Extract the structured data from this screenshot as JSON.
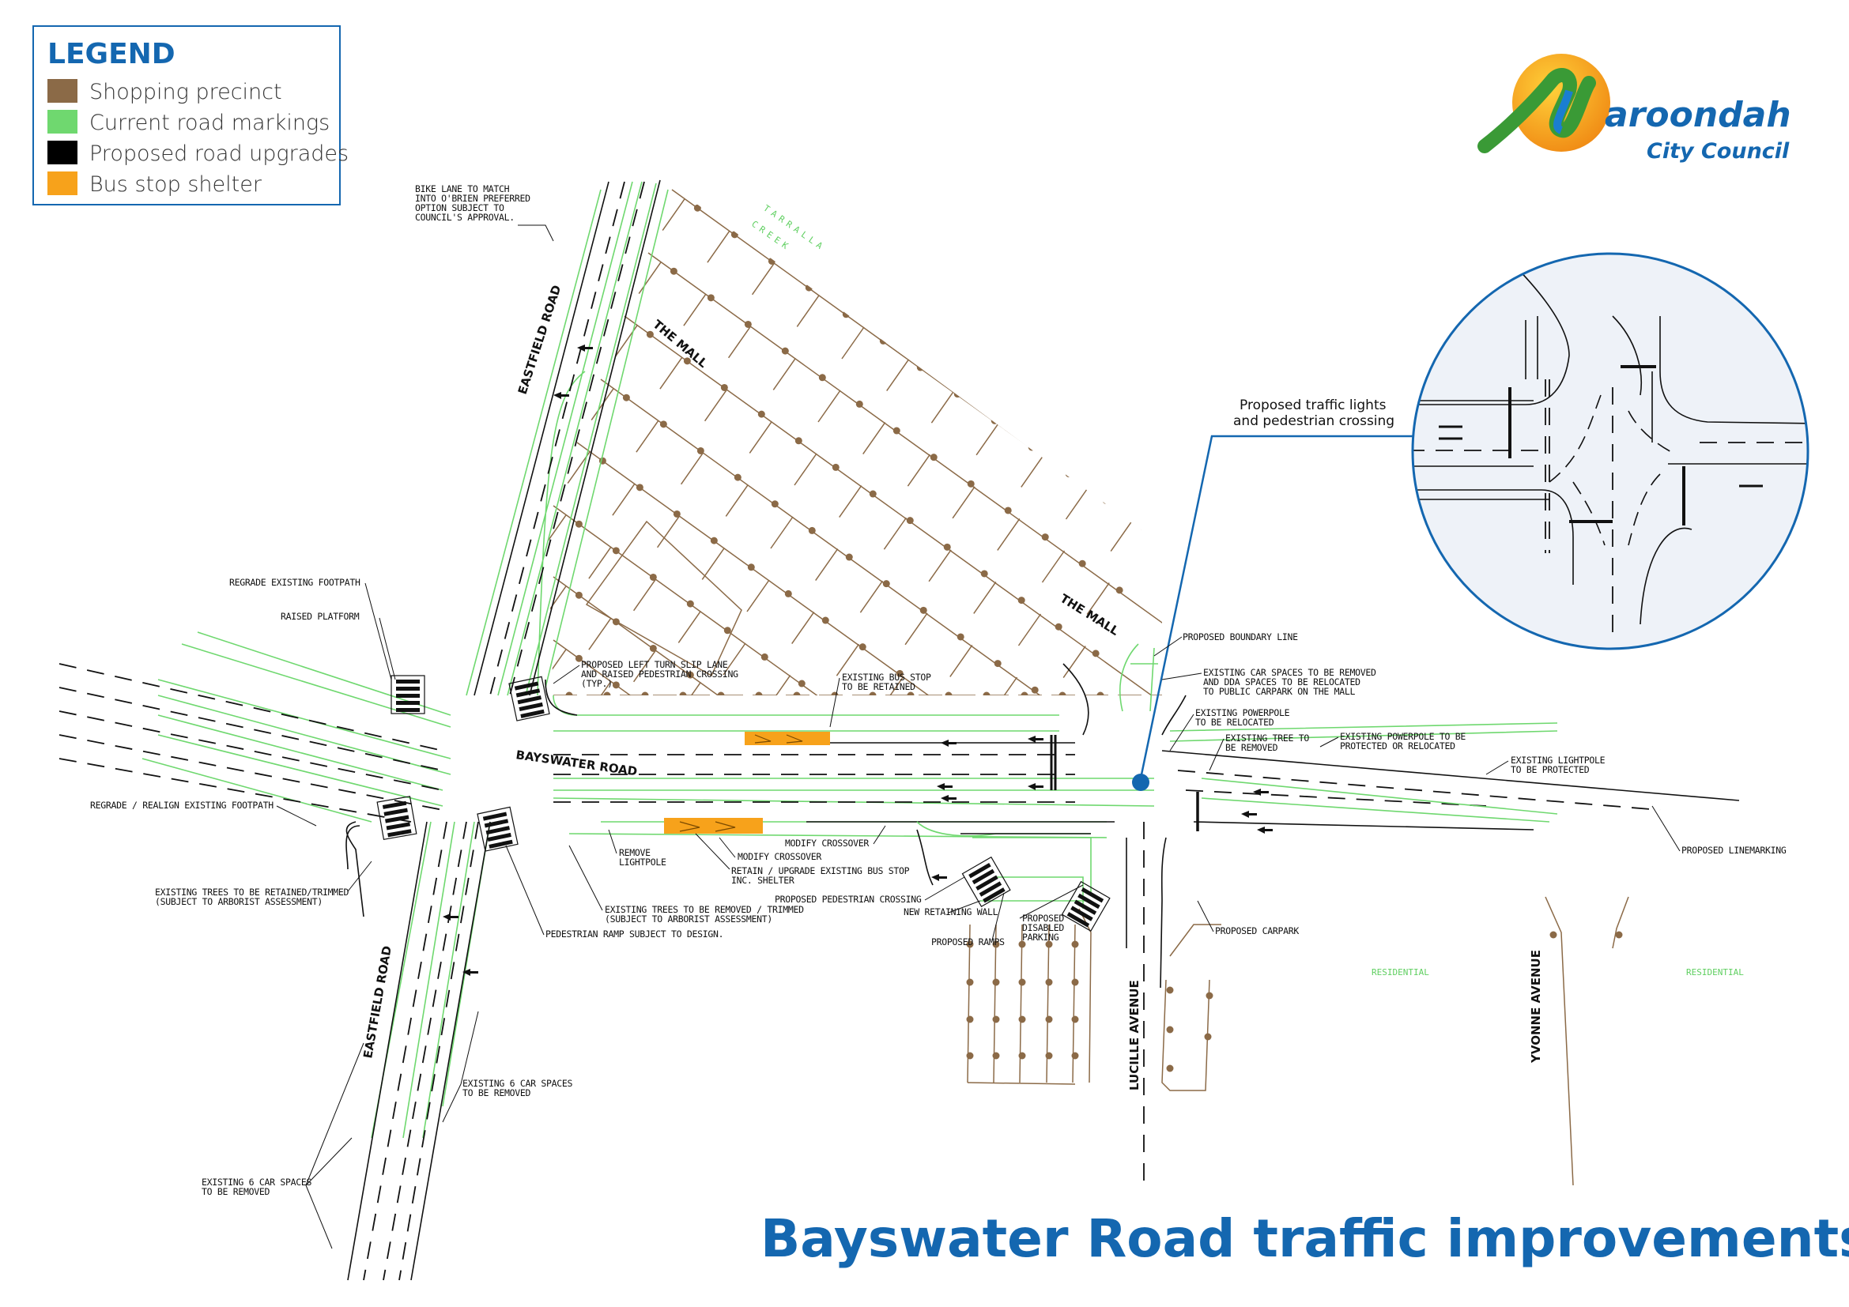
{
  "colors": {
    "shopping": "#8b6a47",
    "road_markings": "#6fd86f",
    "proposed": "#000000",
    "bus_shelter": "#f7a21b",
    "brand_blue": "#1467b0",
    "inset_fill": "#eef2f8"
  },
  "legend": {
    "title": "LEGEND",
    "items": [
      {
        "label": "Shopping precinct",
        "color": "#8b6a47"
      },
      {
        "label": "Current road markings",
        "color": "#6fd86f"
      },
      {
        "label": "Proposed road upgrades",
        "color": "#000000"
      },
      {
        "label": "Bus stop shelter",
        "color": "#f7a21b"
      }
    ]
  },
  "logo": {
    "name": "aroondah",
    "subtitle": "City Council"
  },
  "title": "Bayswater Road traffic improvements",
  "inset": {
    "label_line1": "Proposed traffic lights",
    "label_line2": "and pedestrian crossing"
  },
  "road_labels": [
    "EASTFIELD ROAD",
    "THE MALL",
    "THE MALL",
    "BAYSWATER ROAD",
    "EASTFIELD ROAD",
    "LUCILLE AVENUE",
    "YVONNE AVENUE"
  ],
  "green_labels": [
    "TARRALLA",
    "CREEK",
    "RESIDENTIAL",
    "RESIDENTIAL"
  ],
  "annotations": [
    {
      "lines": [
        "BIKE LANE TO MATCH",
        "INTO O'BRIEN PREFERRED",
        "OPTION SUBJECT TO",
        "COUNCIL'S APPROVAL."
      ]
    },
    {
      "lines": [
        "REGRADE EXISTING FOOTPATH"
      ]
    },
    {
      "lines": [
        "RAISED PLATFORM"
      ]
    },
    {
      "lines": [
        "PROPOSED LEFT TURN SLIP LANE",
        "AND RAISED PEDESTRIAN CROSSING",
        "(TYP.)"
      ]
    },
    {
      "lines": [
        "EXISTING BUS STOP",
        "TO BE RETAINED"
      ]
    },
    {
      "lines": [
        "PROPOSED BOUNDARY LINE"
      ]
    },
    {
      "lines": [
        "EXISTING CAR SPACES TO BE REMOVED",
        "AND DDA SPACES TO BE RELOCATED",
        "TO PUBLIC CARPARK ON THE MALL"
      ]
    },
    {
      "lines": [
        "EXISTING POWERPOLE",
        "TO BE RELOCATED"
      ]
    },
    {
      "lines": [
        "EXISTING TREE TO",
        "BE REMOVED"
      ]
    },
    {
      "lines": [
        "EXISTING POWERPOLE TO BE",
        "PROTECTED OR RELOCATED"
      ]
    },
    {
      "lines": [
        "EXISTING LIGHTPOLE",
        "TO BE PROTECTED"
      ]
    },
    {
      "lines": [
        "PROPOSED LINEMARKING"
      ]
    },
    {
      "lines": [
        "REGRADE / REALIGN EXISTING FOOTPATH"
      ]
    },
    {
      "lines": [
        "EXISTING TREES TO BE RETAINED/TRIMMED",
        "(SUBJECT TO ARBORIST ASSESSMENT)"
      ]
    },
    {
      "lines": [
        "REMOVE",
        "LIGHTPOLE"
      ]
    },
    {
      "lines": [
        "MODIFY CROSSOVER"
      ]
    },
    {
      "lines": [
        "MODIFY CROSSOVER"
      ]
    },
    {
      "lines": [
        "RETAIN / UPGRADE EXISTING BUS STOP",
        "INC. SHELTER"
      ]
    },
    {
      "lines": [
        "PROPOSED PEDESTRIAN CROSSING"
      ]
    },
    {
      "lines": [
        "EXISTING TREES TO BE REMOVED / TRIMMED",
        "(SUBJECT TO ARBORIST ASSESSMENT)"
      ]
    },
    {
      "lines": [
        "NEW RETAINING WALL"
      ]
    },
    {
      "lines": [
        "PROPOSED",
        "DISABLED",
        "PARKING"
      ]
    },
    {
      "lines": [
        "PROPOSED RAMPS"
      ]
    },
    {
      "lines": [
        "PEDESTRIAN RAMP SUBJECT TO DESIGN."
      ]
    },
    {
      "lines": [
        "PROPOSED CARPARK"
      ]
    },
    {
      "lines": [
        "EXISTING 6 CAR SPACES",
        "TO BE REMOVED"
      ]
    },
    {
      "lines": [
        "EXISTING 6 CAR SPACES",
        "TO BE REMOVED"
      ]
    }
  ]
}
